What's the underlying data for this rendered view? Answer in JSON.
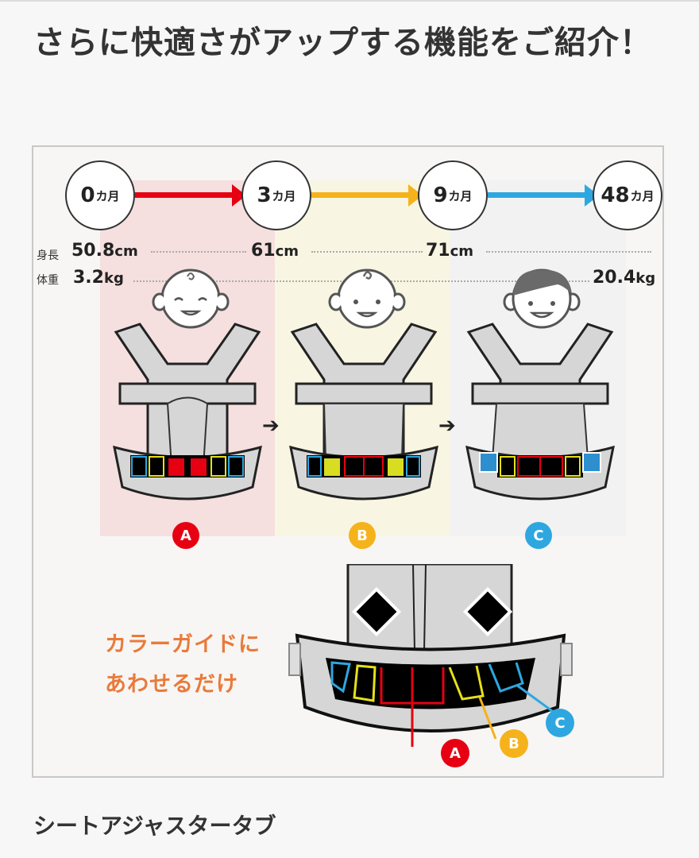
{
  "page": {
    "title": "さらに快適さがアップする機能をご紹介！",
    "section_heading": "シートアジャスタータブ"
  },
  "timeline": {
    "stages": [
      {
        "num": "0",
        "unit": "カ月"
      },
      {
        "num": "3",
        "unit": "カ月"
      },
      {
        "num": "9",
        "unit": "カ月"
      },
      {
        "num": "48",
        "unit": "カ月"
      }
    ],
    "arrow_colors": [
      "#e60012",
      "#f5b21b",
      "#2ea7e0"
    ]
  },
  "metrics": {
    "height_label": "身長",
    "weight_label": "体重",
    "heights": [
      {
        "value": "50.8",
        "unit": "cm"
      },
      {
        "value": "61",
        "unit": "cm"
      },
      {
        "value": "71",
        "unit": "cm"
      }
    ],
    "weights": [
      {
        "value": "3.2",
        "unit": "kg"
      },
      {
        "value": "20.4",
        "unit": "kg"
      }
    ]
  },
  "modes": [
    {
      "letter": "A",
      "color": "#e60012",
      "band": "#f5dfdf"
    },
    {
      "letter": "B",
      "color": "#f5b21b",
      "band": "#f8f6e2"
    },
    {
      "letter": "C",
      "color": "#2ea7e0",
      "band": "#f2f2f2"
    }
  ],
  "step_arrow": "➔",
  "guide": {
    "line1": "カラーガイドに",
    "line2": "あわせるだけ",
    "color": "#ea7a3a",
    "callouts": [
      "A",
      "B",
      "C"
    ]
  }
}
